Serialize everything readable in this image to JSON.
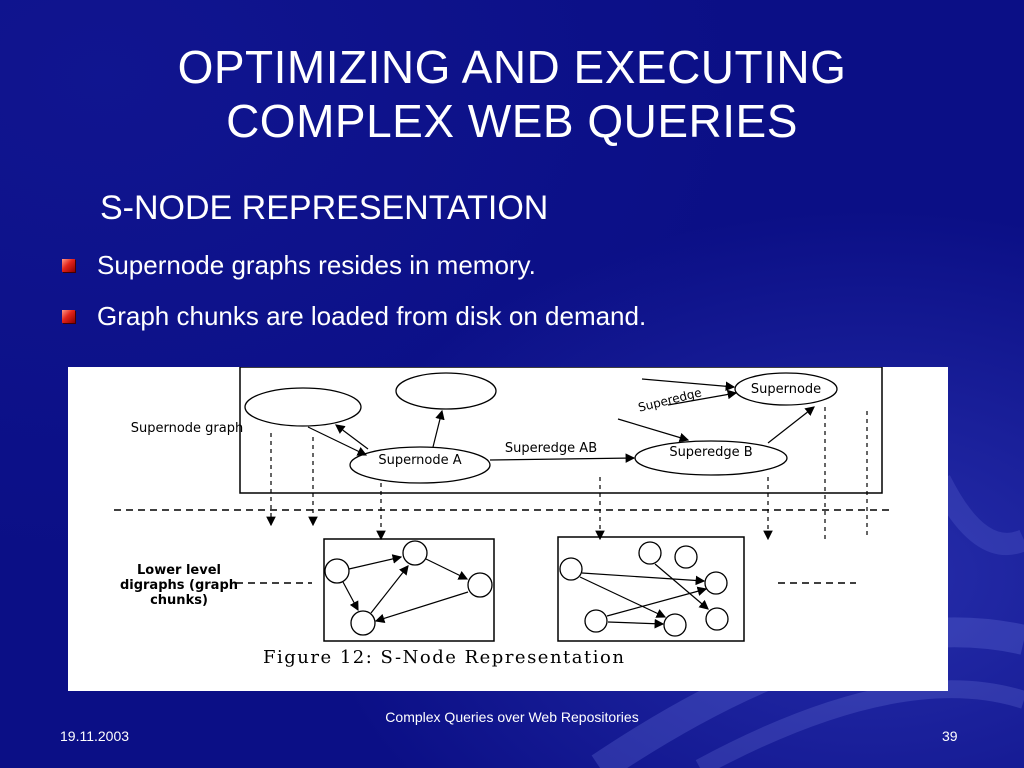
{
  "slide": {
    "title": "OPTIMIZING AND EXECUTING COMPLEX WEB QUERIES",
    "subtitle": "S-NODE REPRESENTATION",
    "bullets": [
      "Supernode graphs resides in memory.",
      "Graph chunks are loaded from disk on demand."
    ]
  },
  "figure": {
    "labels": {
      "supernode_graph": "Supernode graph",
      "lower_level": "Lower level digraphs (graph chunks)",
      "supernode_a": "Supernode A",
      "supernode_b": "Superedge B",
      "supernode_top": "Supernode",
      "superedge_ab": "Superedge AB",
      "superedge_diag": "Superedge"
    },
    "caption": "Figure 12: S-Node Representation"
  },
  "footer": {
    "date": "19.11.2003",
    "center": "Complex Queries over Web Repositories",
    "page": "39"
  },
  "colors": {
    "background": "#0b0f86",
    "bullet": "#e2231a",
    "text": "#ffffff"
  }
}
